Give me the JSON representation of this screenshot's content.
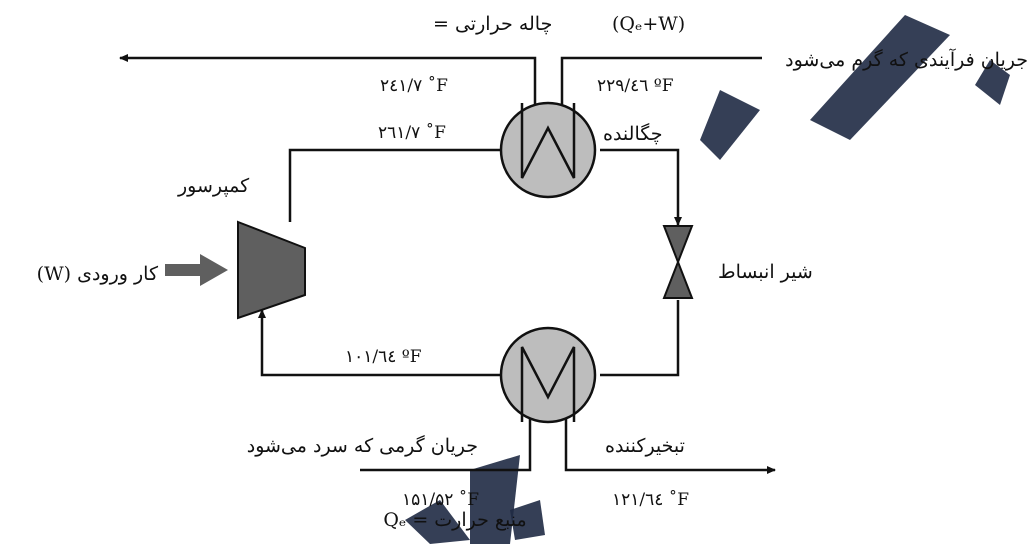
{
  "colors": {
    "line": "#111111",
    "equipment_fill": "#bdbdbd",
    "compressor_fill": "#5f5f5f",
    "watermark": "#1f2a44"
  },
  "labels": {
    "heat_sink": "= چاله حرارتی",
    "heat_sink_formula": "(Qₑ+W)",
    "process_stream_heated": "جریان فرآیندی که گرم می‌شود",
    "condenser": "چگالنده",
    "compressor": "کمپرسور",
    "expansion_valve": "شیر انبساط",
    "work_input": "(W) کار ورودی",
    "evaporator": "تبخیرکننده",
    "hot_stream_cooled": "جریان گرمی که سرد می‌شود",
    "heat_source": "Qₑ = منبع حرارت"
  },
  "temperatures": {
    "condenser_out_left": "۲٤۱/۷ ˚F",
    "condenser_in_right": "۲۲۹/٤٦ ºF",
    "compressor_discharge": "۲٦۱/۷ ˚F",
    "evaporator_outlet": "۱۰۱/٦٤ ºF",
    "hot_stream_in": "۱۵۱/۵۲ ˚F",
    "hot_stream_out": "۱۲۱/٦٤ ˚F"
  },
  "icons": {
    "condenser": "heat-exchanger-w-icon",
    "evaporator": "heat-exchanger-m-icon",
    "compressor": "compressor-icon",
    "valve": "expansion-valve-icon",
    "work": "arrow-right-icon"
  }
}
